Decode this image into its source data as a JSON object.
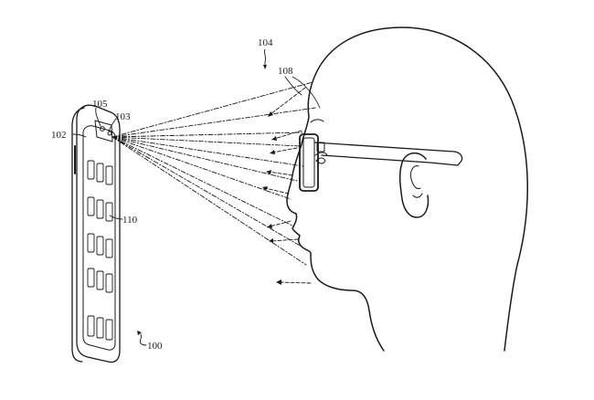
{
  "figure": {
    "reference_numerals": {
      "device": "100",
      "emitter_module": "102",
      "sensor": "103",
      "user": "104",
      "camera": "105",
      "rays": "108",
      "display": "110"
    }
  },
  "colors": {
    "line": "#1a1a1a",
    "background": "#ffffff"
  }
}
